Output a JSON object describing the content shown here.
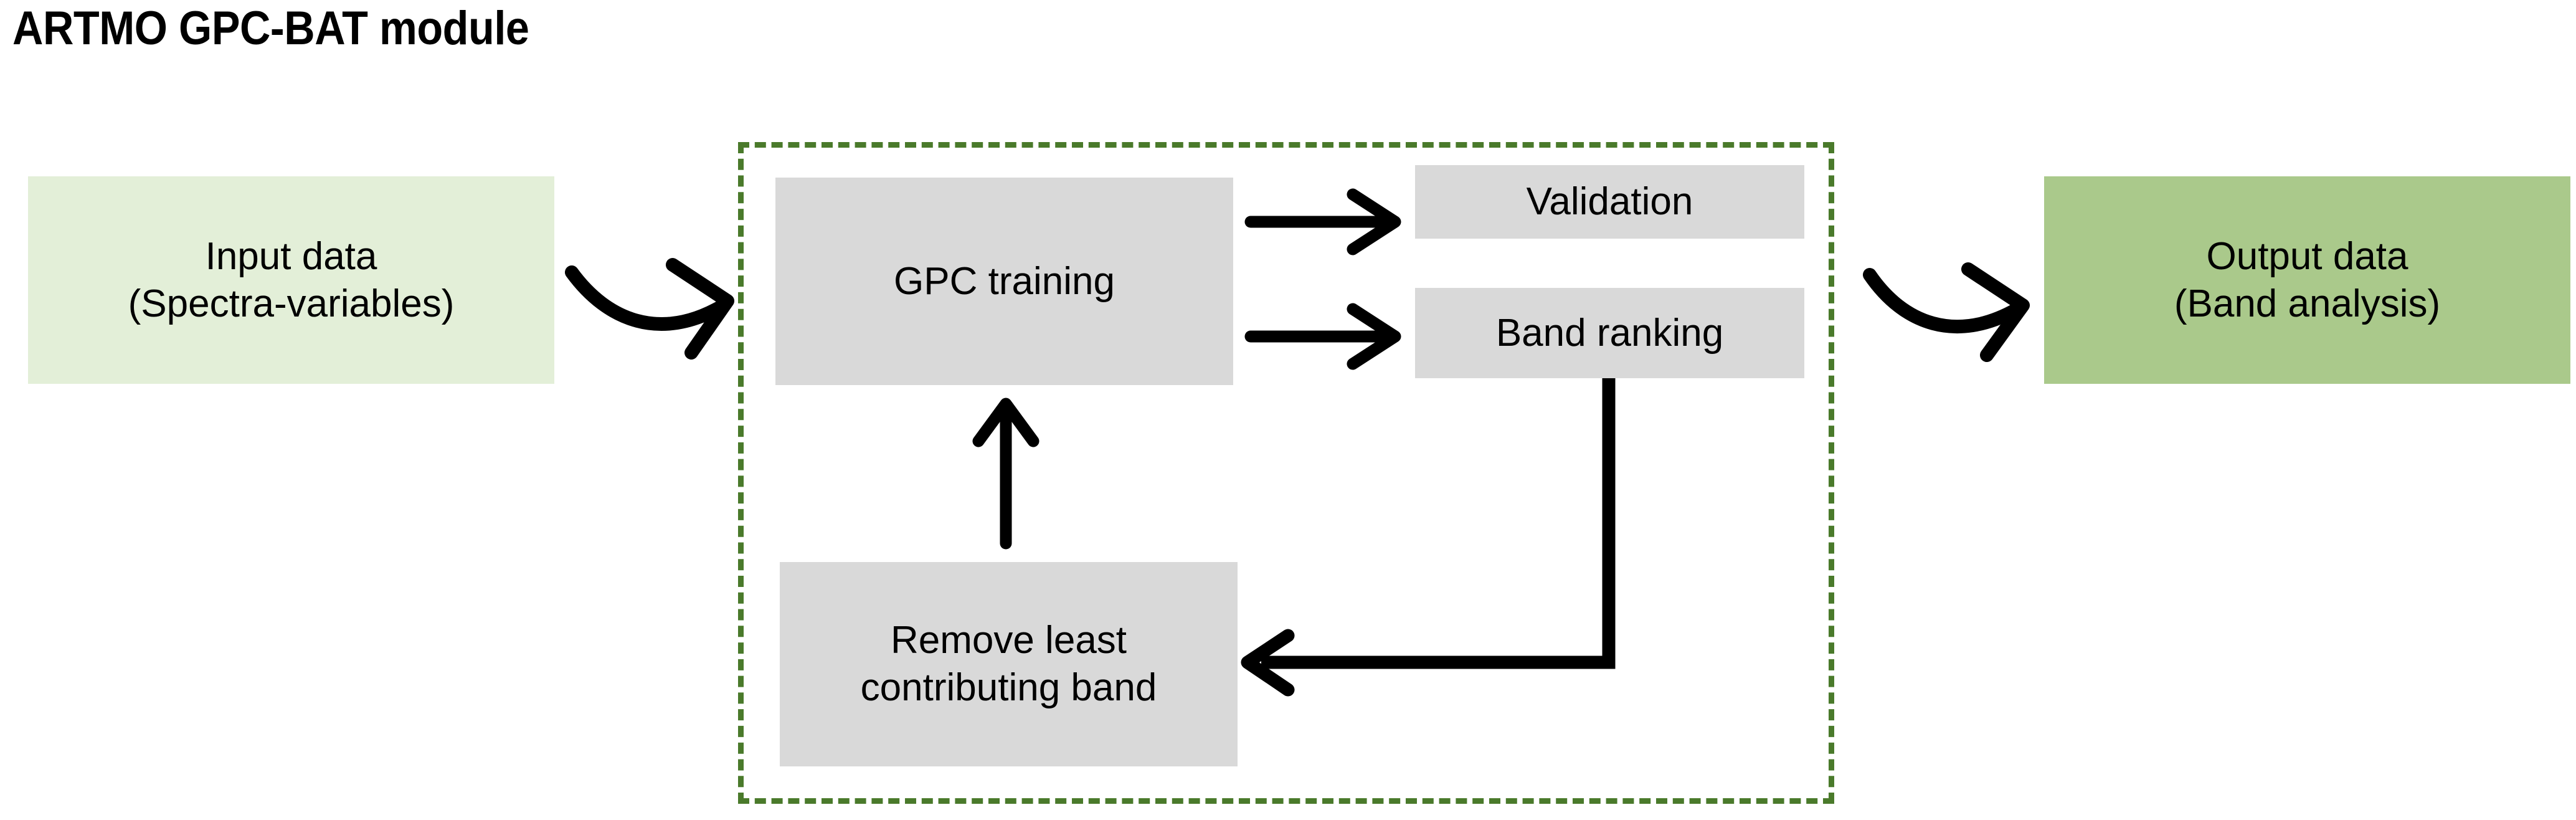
{
  "page": {
    "title": "ARTMO GPC-BAT module",
    "background_color": "#ffffff"
  },
  "colors": {
    "input_box": "#e3efd8",
    "output_box": "#aac98b",
    "process_box": "#d9d9d9",
    "module_border": "#4a7a2b",
    "arrow": "#000000",
    "text": "#000000"
  },
  "diagram": {
    "type": "flowchart",
    "nodes": [
      {
        "id": "input-data",
        "name": "input-data-box",
        "lines": [
          "Input data",
          "(Spectra-variables)"
        ],
        "fill": "#e3efd8",
        "shape": "rectangle"
      },
      {
        "id": "gpc-training",
        "name": "gpc-training-box",
        "lines": [
          "GPC training"
        ],
        "fill": "#d9d9d9",
        "shape": "rectangle"
      },
      {
        "id": "validation",
        "name": "validation-box",
        "lines": [
          "Validation"
        ],
        "fill": "#d9d9d9",
        "shape": "rectangle"
      },
      {
        "id": "band-ranking",
        "name": "band-ranking-box",
        "lines": [
          "Band ranking"
        ],
        "fill": "#d9d9d9",
        "shape": "rectangle"
      },
      {
        "id": "remove-band",
        "name": "remove-least-contributing-band-box",
        "lines": [
          "Remove least",
          "contributing band"
        ],
        "fill": "#d9d9d9",
        "shape": "rectangle"
      },
      {
        "id": "output-data",
        "name": "output-data-box",
        "lines": [
          "Output data",
          "(Band analysis)"
        ],
        "fill": "#aac98b",
        "shape": "rectangle"
      }
    ],
    "container": {
      "id": "module-boundary",
      "name": "gpc-bat-module-boundary",
      "style": "dashed",
      "color": "#4a7a2b",
      "label": ""
    },
    "edges": [
      {
        "id": "e1",
        "from": "input-data",
        "to": "gpc-training",
        "style": "curved-arrow",
        "label": ""
      },
      {
        "id": "e2",
        "from": "gpc-training",
        "to": "validation",
        "style": "straight-arrow",
        "label": ""
      },
      {
        "id": "e3",
        "from": "gpc-training",
        "to": "band-ranking",
        "style": "straight-arrow",
        "label": ""
      },
      {
        "id": "e4",
        "from": "band-ranking",
        "to": "remove-band",
        "style": "elbow-arrow",
        "label": ""
      },
      {
        "id": "e5",
        "from": "remove-band",
        "to": "gpc-training",
        "style": "up-arrow",
        "label": ""
      },
      {
        "id": "e6",
        "from": "band-ranking",
        "to": "output-data",
        "style": "curved-arrow",
        "label": ""
      }
    ]
  },
  "nodes": {
    "input": {
      "line1": "Input data",
      "line2": "(Spectra-variables)"
    },
    "output": {
      "line1": "Output data",
      "line2": "(Band analysis)"
    },
    "gpc_training": {
      "line1": "GPC training"
    },
    "validation": {
      "line1": "Validation"
    },
    "band_ranking": {
      "line1": "Band ranking"
    },
    "remove_band": {
      "line1": "Remove least",
      "line2": "contributing band"
    }
  }
}
